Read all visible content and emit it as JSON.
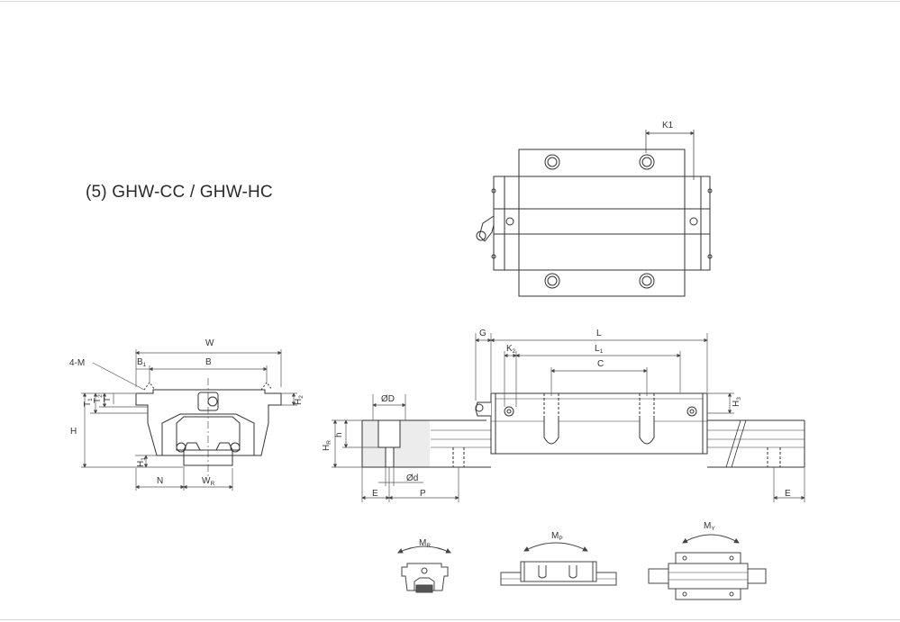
{
  "title": "(5) GHW-CC / GHW-HC",
  "labels": {
    "four_m": "4-M",
    "w": "W",
    "b1": "B",
    "b1_sub": "1",
    "b": "B",
    "t1": "T",
    "t1_sub": "1",
    "t2": "T",
    "t2_sub": "2",
    "t": "T",
    "h": "H",
    "h2": "H",
    "h2_sub": "2",
    "h1": "H",
    "h1_sub": "1",
    "n": "N",
    "wr": "W",
    "wr_sub": "R",
    "k1": "K1",
    "g": "G",
    "l": "L",
    "k2": "K",
    "k2_sub": "2",
    "l1": "L",
    "l1_sub": "1",
    "c": "C",
    "h3": "H",
    "h3_sub": "3",
    "od": "ØD",
    "hr": "H",
    "hr_sub": "R",
    "hsmall": "h",
    "od_small": "Ød",
    "e1": "E",
    "p": "P",
    "e2": "E",
    "mr": "M",
    "mr_sub": "R",
    "mp": "M",
    "mp_sub": "P",
    "my": "M",
    "my_sub": "Y"
  }
}
